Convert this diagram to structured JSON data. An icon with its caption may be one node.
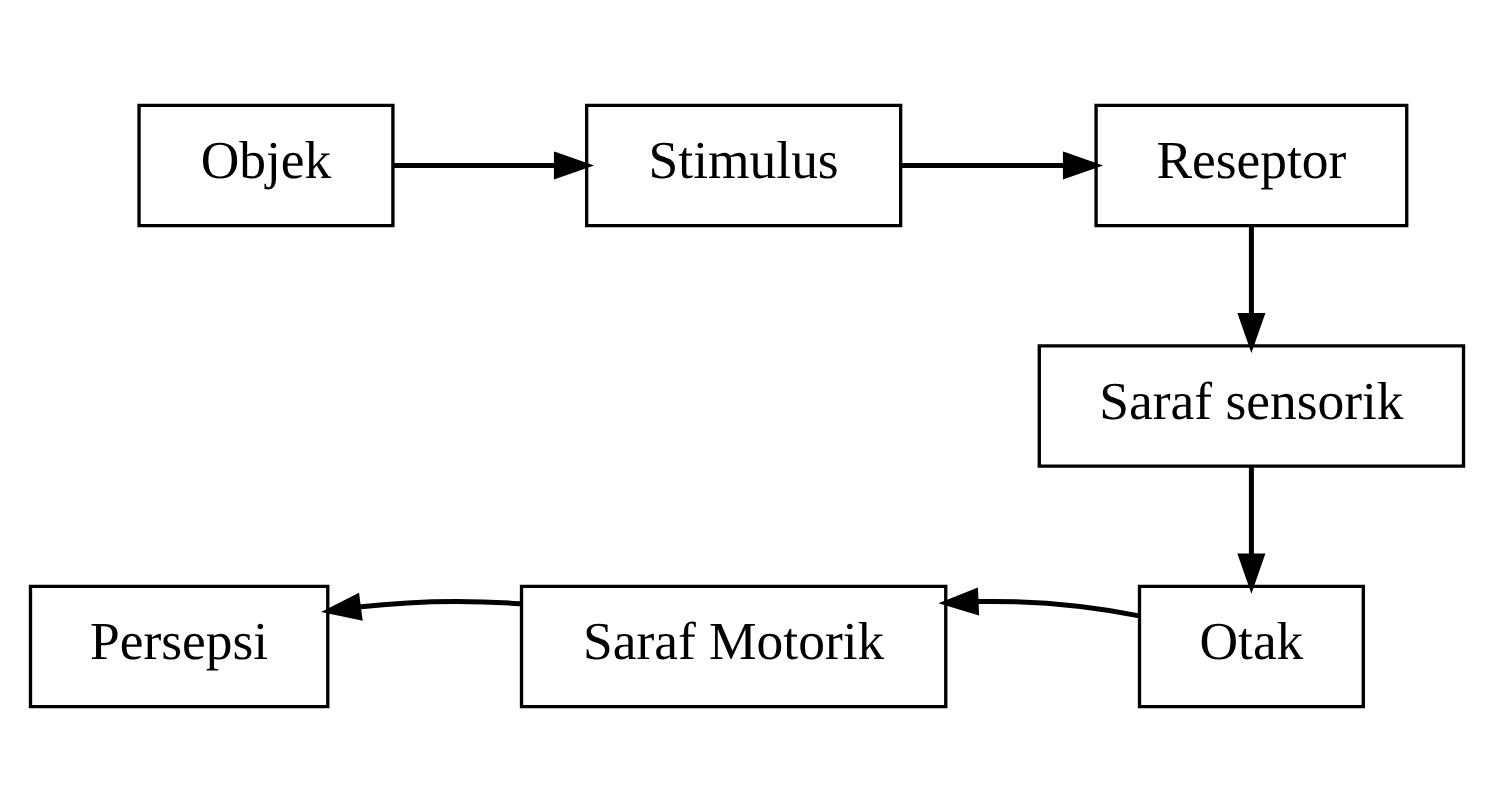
{
  "diagram": {
    "nodes": [
      {
        "text": [
          "Objek"
        ]
      },
      {
        "text": [
          "Stimulus"
        ]
      },
      {
        "text": [
          "Reseptor"
        ]
      },
      {
        "text": [
          "Saraf sensorik"
        ]
      },
      {
        "text": [
          "Otak"
        ]
      },
      {
        "text": [
          "Saraf Motorik"
        ]
      },
      {
        "text": [
          "Persepsi"
        ]
      }
    ],
    "edges": [
      {
        "from": 0,
        "to": 1,
        "arrow": "to"
      },
      {
        "from": 1,
        "to": 2,
        "arrow": "to"
      },
      {
        "from": 2,
        "to": 3,
        "arrow": "to"
      },
      {
        "from": 3,
        "to": 4,
        "arrow": "to"
      },
      {
        "from": 4,
        "to": 5,
        "arrow": "to"
      },
      {
        "from": 5,
        "to": 6,
        "arrow": "to"
      }
    ]
  }
}
